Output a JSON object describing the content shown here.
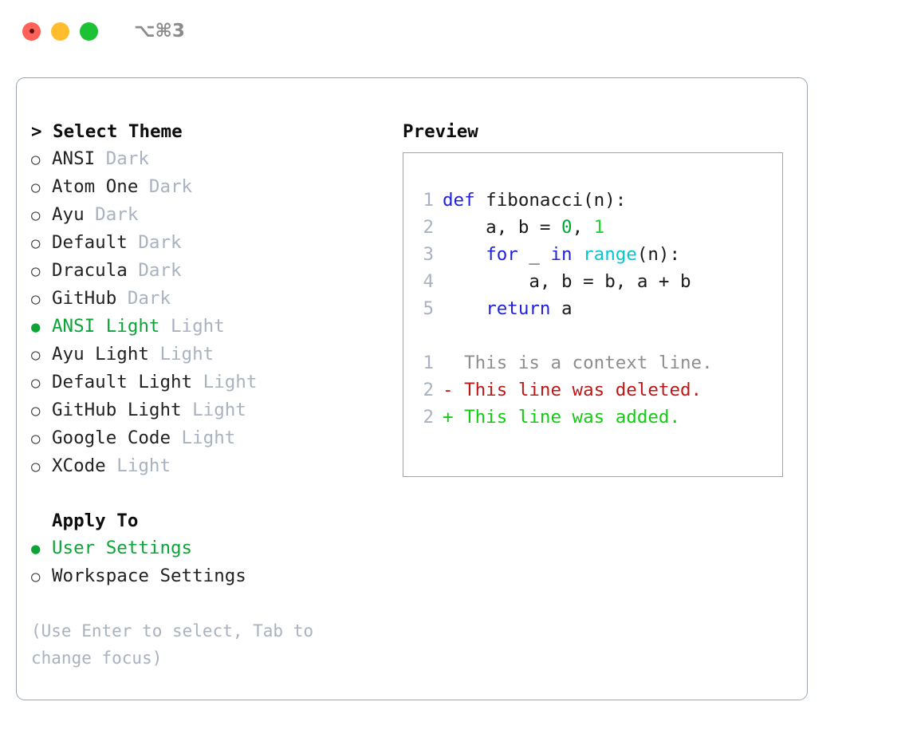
{
  "window": {
    "title": "⌥⌘3",
    "traffic_lights": [
      {
        "name": "close",
        "color": "#ff6058"
      },
      {
        "name": "minimize",
        "color": "#ffbd2e"
      },
      {
        "name": "zoom",
        "color": "#1ac234"
      }
    ]
  },
  "theme_panel": {
    "header": "> Select Theme",
    "items": [
      {
        "marker": "○",
        "label": "ANSI",
        "suffix": " Dark",
        "selected": false
      },
      {
        "marker": "○",
        "label": "Atom One",
        "suffix": " Dark",
        "selected": false
      },
      {
        "marker": "○",
        "label": "Ayu",
        "suffix": " Dark",
        "selected": false
      },
      {
        "marker": "○",
        "label": "Default",
        "suffix": " Dark",
        "selected": false
      },
      {
        "marker": "○",
        "label": "Dracula",
        "suffix": " Dark",
        "selected": false
      },
      {
        "marker": "○",
        "label": "GitHub",
        "suffix": " Dark",
        "selected": false
      },
      {
        "marker": "●",
        "label": "ANSI Light",
        "suffix": " Light",
        "selected": true
      },
      {
        "marker": "○",
        "label": "Ayu Light",
        "suffix": " Light",
        "selected": false
      },
      {
        "marker": "○",
        "label": "Default Light",
        "suffix": " Light",
        "selected": false
      },
      {
        "marker": "○",
        "label": "GitHub Light",
        "suffix": " Light",
        "selected": false
      },
      {
        "marker": "○",
        "label": "Google Code",
        "suffix": " Light",
        "selected": false
      },
      {
        "marker": "○",
        "label": "XCode",
        "suffix": " Light",
        "selected": false
      }
    ]
  },
  "apply_to": {
    "header": "Apply To",
    "items": [
      {
        "marker": "●",
        "label": "User Settings",
        "selected": true
      },
      {
        "marker": "○",
        "label": "Workspace Settings",
        "selected": false
      }
    ]
  },
  "hint": "(Use Enter to select, Tab to change focus)",
  "preview": {
    "header": "Preview",
    "code_lines": [
      {
        "no": "1",
        "tokens": [
          {
            "t": "def",
            "c": "kw"
          },
          {
            "t": " fibonacci(n):",
            "c": "plain"
          }
        ]
      },
      {
        "no": "2",
        "tokens": [
          {
            "t": "    a, b = ",
            "c": "plain"
          },
          {
            "t": "0",
            "c": "num0"
          },
          {
            "t": ", ",
            "c": "plain"
          },
          {
            "t": "1",
            "c": "num1"
          }
        ]
      },
      {
        "no": "3",
        "tokens": [
          {
            "t": "    ",
            "c": "plain"
          },
          {
            "t": "for",
            "c": "kw"
          },
          {
            "t": " _ ",
            "c": "plain"
          },
          {
            "t": "in",
            "c": "kw"
          },
          {
            "t": " ",
            "c": "plain"
          },
          {
            "t": "range",
            "c": "fn"
          },
          {
            "t": "(n):",
            "c": "plain"
          }
        ]
      },
      {
        "no": "4",
        "tokens": [
          {
            "t": "        a, b = b, a + b",
            "c": "plain"
          }
        ]
      },
      {
        "no": "5",
        "tokens": [
          {
            "t": "    ",
            "c": "plain"
          },
          {
            "t": "return",
            "c": "kw"
          },
          {
            "t": " a",
            "c": "plain"
          }
        ]
      }
    ],
    "diff_lines": [
      {
        "no": "1",
        "text": "  This is a context line.",
        "kind": "ctx"
      },
      {
        "no": "2",
        "text": "- This line was deleted.",
        "kind": "del"
      },
      {
        "no": "2",
        "text": "+ This line was added.",
        "kind": "add"
      }
    ]
  },
  "colors": {
    "accent_green": "#0ca437",
    "muted": "#a8b2c0",
    "border": "#9aa5b4",
    "keyword_blue": "#2020e0",
    "builtin_cyan": "#00c8d0",
    "diff_red": "#bf1616",
    "diff_green": "#11cc11"
  }
}
